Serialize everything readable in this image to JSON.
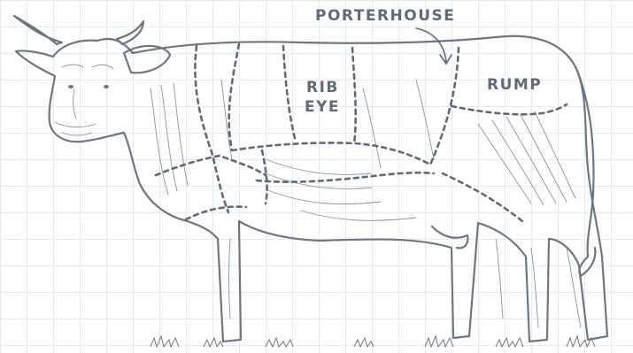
{
  "labels": {
    "porterhouse": "PORTERHOUSE",
    "rib_line1": "RIB",
    "rib_line2": "EYE",
    "rump": "RUMP"
  },
  "colors": {
    "ink": "#5f6b78",
    "grid": "#e6e9ee",
    "background": "#ffffff"
  }
}
